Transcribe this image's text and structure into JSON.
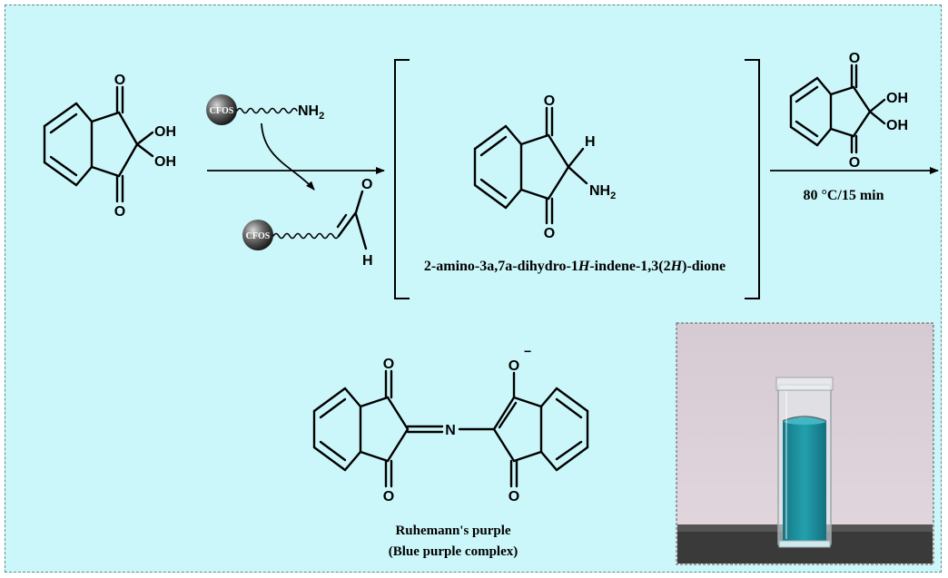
{
  "reactant": {
    "o_top": "O",
    "o_bottom": "O",
    "oh_1": "OH",
    "oh_2": "OH"
  },
  "reagent": {
    "bead_label": "CFOS",
    "amine_group": "NH",
    "amine_sub": "2",
    "aldehyde_o": "O",
    "aldehyde_h": "H"
  },
  "intermediate": {
    "o_top": "O",
    "o_bottom": "O",
    "h_label": "H",
    "amine_group": "NH",
    "amine_sub": "2",
    "name_part1": "2-amino-3a,7a-dihydro-1",
    "name_italic1": "H",
    "name_part2": "-indene-1,3(2",
    "name_italic2": "H",
    "name_part3": ")-dione"
  },
  "second_reagent": {
    "o_top": "O",
    "o_bottom": "O",
    "oh_1": "OH",
    "oh_2": "OH"
  },
  "condition": "80 °C/15 min",
  "product": {
    "o_top_left": "O",
    "o_bottom_left": "O",
    "n_label": "N",
    "o_anion": "O",
    "anion_charge": "−",
    "o_bottom_right": "O",
    "name": "Ruhemann's purple",
    "subtitle": "(Blue purple complex)"
  },
  "colors": {
    "background": "#ccf7fa",
    "frame_border": "#5a8c8c",
    "solution": "#1f8e9a",
    "photo_wall": "#d9cfd6",
    "photo_table": "#3a3a3a"
  }
}
